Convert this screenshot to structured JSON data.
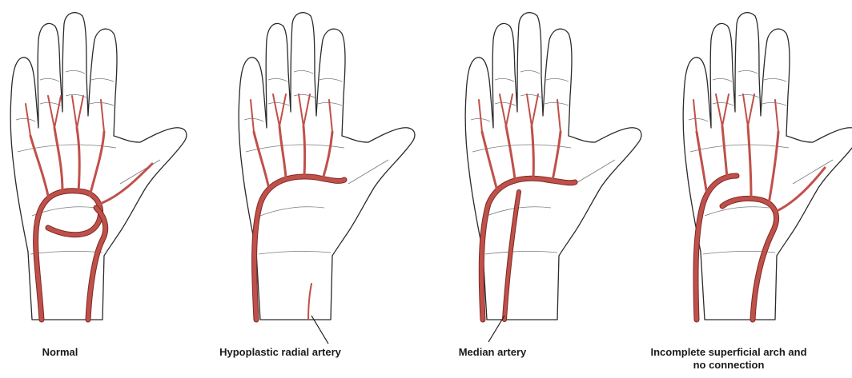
{
  "figure": {
    "panels": [
      {
        "id": "normal",
        "label": "Normal"
      },
      {
        "id": "hypoplastic-radial",
        "label": "Hypoplastic radial artery"
      },
      {
        "id": "median",
        "label": "Median artery"
      },
      {
        "id": "incomplete-arch",
        "label": "Incomplete superficial arch and",
        "label_line2": "no connection"
      }
    ],
    "colors": {
      "artery": "#c0504a",
      "artery_dark": "#7d2a25",
      "outline": "#2a2a2a"
    }
  }
}
